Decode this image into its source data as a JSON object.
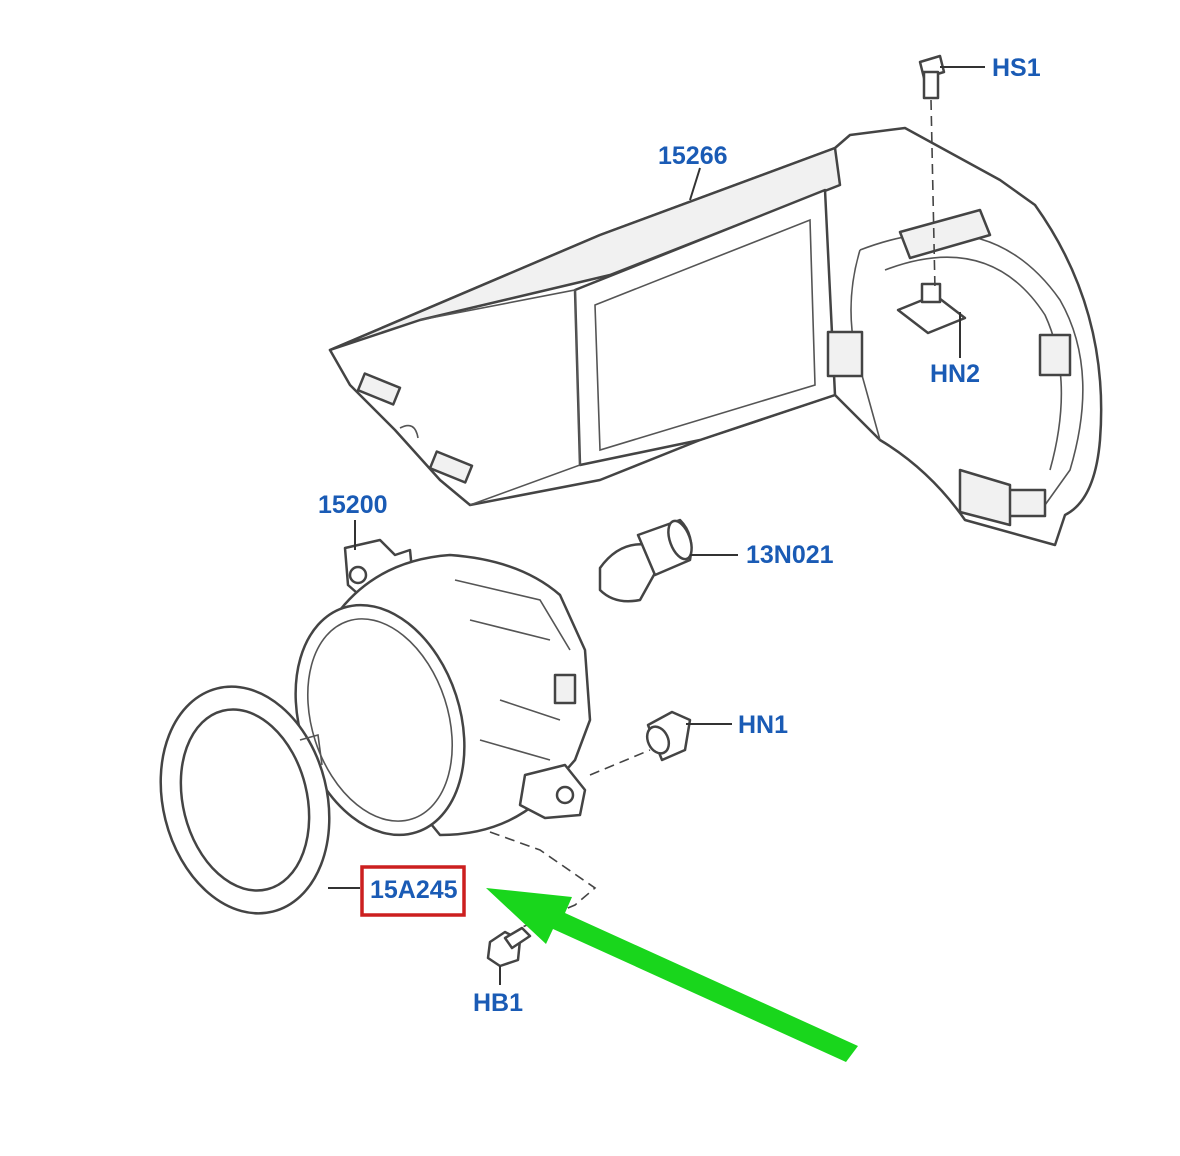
{
  "colors": {
    "label": "#1a5bb5",
    "highlight_box": "#cc1f1f",
    "arrow": "#19d61c",
    "line": "#333333"
  },
  "callouts": {
    "hs1": "HS1",
    "p15266": "15266",
    "hn2": "HN2",
    "p15200": "15200",
    "p13n021": "13N021",
    "hn1": "HN1",
    "p15a245": "15A245",
    "hb1": "HB1"
  },
  "highlighted_part": "15A245"
}
